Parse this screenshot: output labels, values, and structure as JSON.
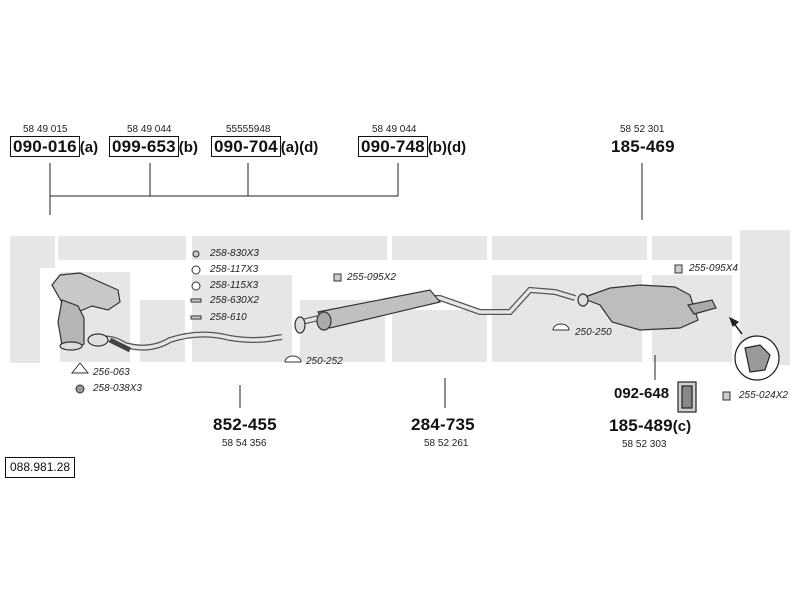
{
  "catalog_number": "088.981.28",
  "top_parts": [
    {
      "oe": "58 49 015",
      "part": "090-016",
      "suffix": "(a)"
    },
    {
      "oe": "58 49 044",
      "part": "099-653",
      "suffix": "(b)"
    },
    {
      "oe": "55555948",
      "part": "090-704",
      "suffix": "(a)(d)"
    },
    {
      "oe": "58 49 044",
      "part": "090-748",
      "suffix": "(b)(d)"
    }
  ],
  "rear_top": {
    "oe": "58 52 301",
    "part": "185-469"
  },
  "front_pipe": {
    "part": "852-455",
    "oe": "58 54 356"
  },
  "middle_silencer": {
    "part": "284-735",
    "oe": "58 52 261"
  },
  "rear_bottom": {
    "clamp_part": "092-648",
    "part": "185-489",
    "suffix": "(c)",
    "oe": "58 52 303"
  },
  "hardware": [
    "258-830X3",
    "258-117X3",
    "258-115X3",
    "258-630X2",
    "258-610",
    "256-063",
    "258-038X3",
    "250-252",
    "255-095X2",
    "250-250",
    "255-095X4",
    "255-024X2"
  ],
  "colors": {
    "band": "#e6e6e6",
    "line": "#222222",
    "part_fill": "#bdbdbd"
  }
}
